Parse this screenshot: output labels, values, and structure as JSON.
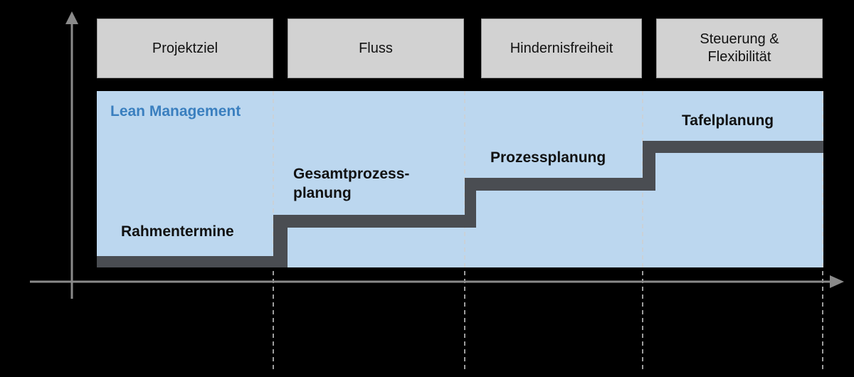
{
  "phases": [
    {
      "label": "Projektziel"
    },
    {
      "label": "Fluss"
    },
    {
      "label": "Hindernisfreiheit"
    },
    {
      "label": "Steuerung & Flexibilität"
    }
  ],
  "panel_title": "Lean Management",
  "steps": [
    {
      "label": "Rahmentermine"
    },
    {
      "label": "Gesamtprozess-planung"
    },
    {
      "label": "Prozessplanung"
    },
    {
      "label": "Tafelplanung"
    }
  ],
  "colors": {
    "background": "#000000",
    "phase_box": "#d2d2d2",
    "panel": "#bcd7ef",
    "title": "#3a7fbf",
    "stair": "#4a4d52",
    "axis": "#8a8a8a"
  }
}
